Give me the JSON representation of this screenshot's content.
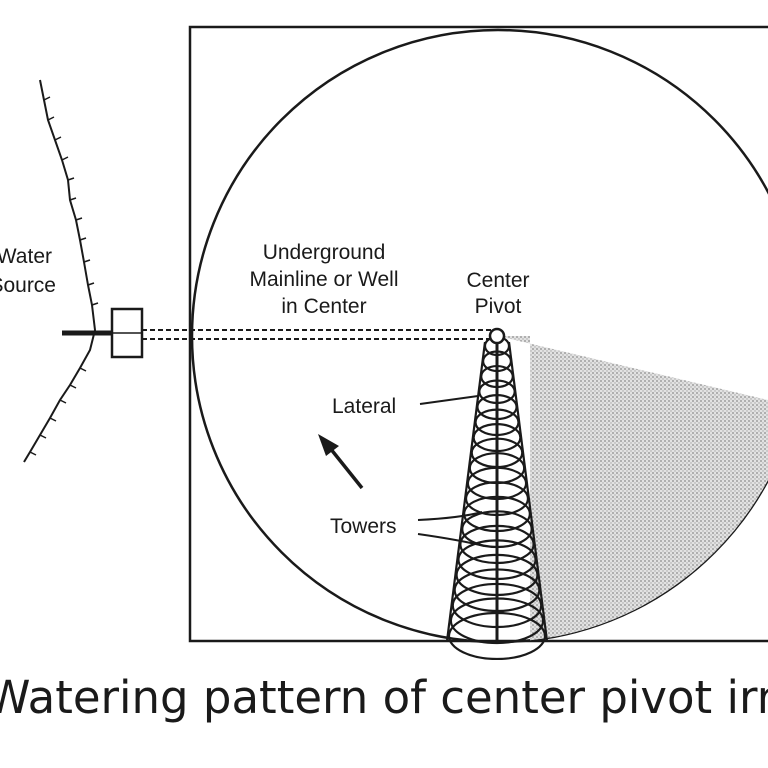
{
  "labels": {
    "water_source_line1": "Water",
    "water_source_line2": "Source",
    "mainline_line1": "Underground",
    "mainline_line2": "Mainline or Well",
    "mainline_line3": "in Center",
    "center_pivot_line1": "Center",
    "center_pivot_line2": "Pivot",
    "lateral": "Lateral",
    "towers": "Towers"
  },
  "caption": "Watering pattern of center pivot irrigation",
  "colors": {
    "ink": "#1a1a1a",
    "wetted_area": "#c8c8c8"
  }
}
